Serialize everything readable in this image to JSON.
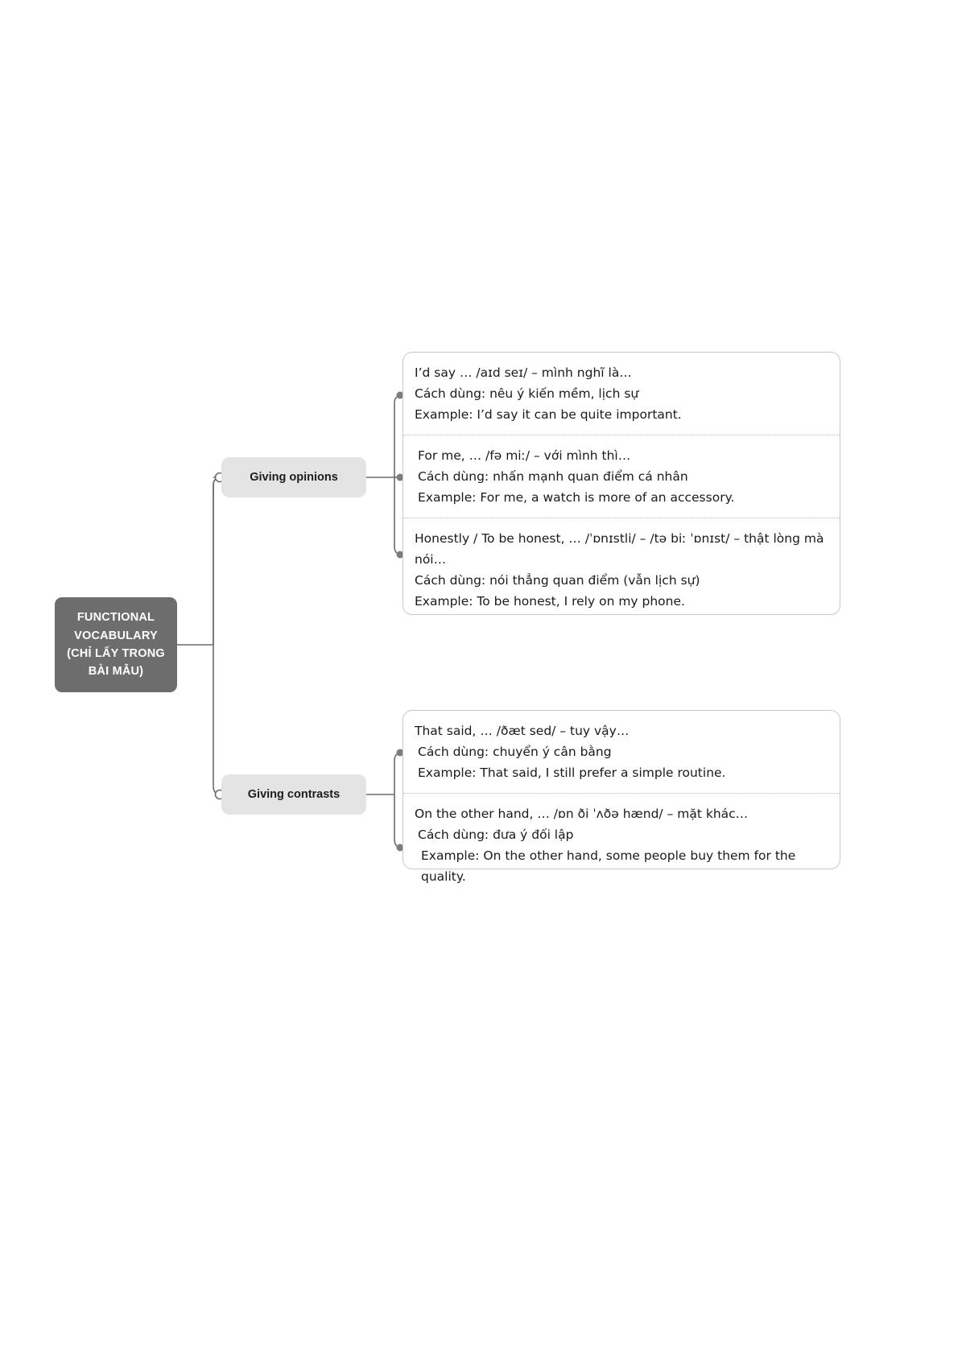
{
  "root": {
    "label": "FUNCTIONAL\nVOCABULARY\n(CHỈ LẤY TRONG\nBÀI MẪU)",
    "color": "#6d6d6d",
    "text_color": "#ffffff"
  },
  "colors": {
    "root_fill": "#6d6d6d",
    "branch_fill": "#e4e4e4",
    "card_border": "#c9c9c9",
    "connector": "#6b6b6b",
    "node_dot": "#7d7d7d",
    "page_background": "#ffffff"
  },
  "branches": [
    {
      "id": "opinions",
      "label": "Giving opinions",
      "cards": [
        {
          "term": "I’d say … /aɪd seɪ/ – mình nghĩ là…",
          "usage": "Cách dùng: nêu ý kiến mềm, lịch sự",
          "example": "Example: I’d say it can be quite important."
        },
        {
          "term": "For me, … /fə miː/ – với mình thì…",
          "usage": "Cách dùng: nhấn mạnh quan điểm cá nhân",
          "example": "Example: For me, a watch is more of an accessory."
        },
        {
          "term": "Honestly / To be honest, … /ˈɒnɪstli/ – /tə biː ˈɒnɪst/ – thật lòng mà nói…",
          "usage": "Cách dùng: nói thẳng quan điểm (vẫn lịch sự)",
          "example": "Example: To be honest, I rely on my phone."
        }
      ]
    },
    {
      "id": "contrasts",
      "label": "Giving contrasts",
      "cards": [
        {
          "term": "That said, … /ðæt sed/ – tuy vậy…",
          "usage": "Cách dùng: chuyển ý cân bằng",
          "example": "Example: That said, I still prefer a simple routine."
        },
        {
          "term": "On the other hand, … /ɒn ði ˈʌðə hænd/ – mặt khác…",
          "usage": "Cách dùng: đưa ý đối lập",
          "example": "Example: On the other hand, some people buy them for the quality."
        }
      ]
    }
  ]
}
